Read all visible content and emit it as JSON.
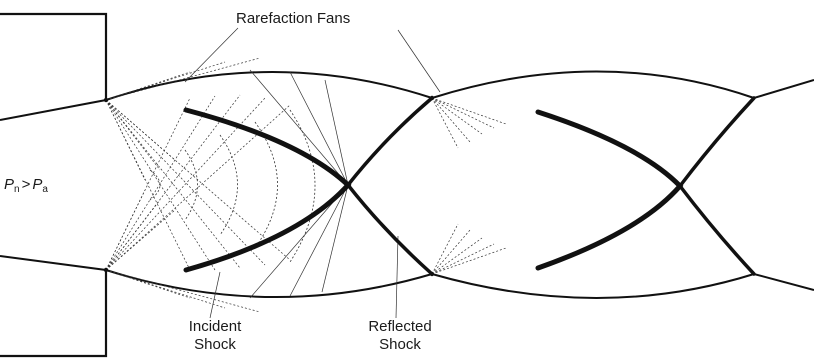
{
  "diagram": {
    "labels": {
      "rarefaction_fans": "Rarefaction Fans",
      "incident_shock_line1": "Incident",
      "incident_shock_line2": "Shock",
      "reflected_shock_line1": "Reflected",
      "reflected_shock_line2": "Shock"
    },
    "pressure_relation": {
      "lhs_symbol": "P",
      "lhs_subscript": "n",
      "operator": ">",
      "rhs_symbol": "P",
      "rhs_subscript": "a"
    }
  }
}
